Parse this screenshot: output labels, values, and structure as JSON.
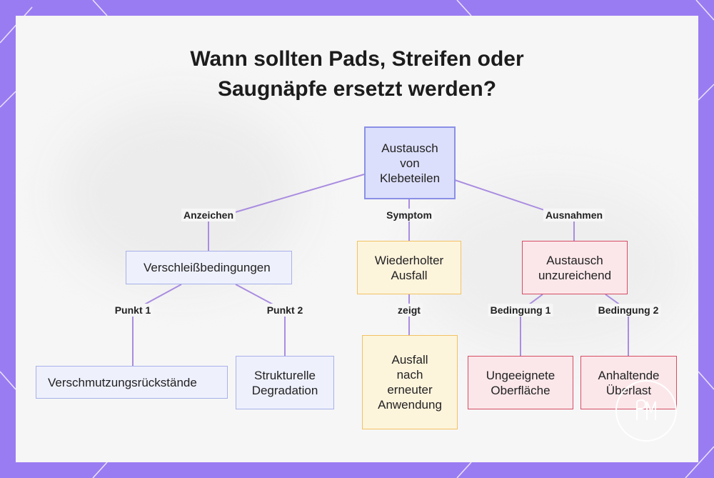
{
  "title": {
    "line1": "Wann sollten Pads, Streifen oder",
    "line2": "Saugnäpfe ersetzt werden?"
  },
  "nodes": {
    "root": "Austausch von Klebeteilen",
    "wear": "Verschleißbedingungen",
    "repeated_failure": "Wiederholter Ausfall",
    "replacement_insufficient": "Austausch unzureichend",
    "residue": "Verschmutzungsrückstände",
    "degradation": "Strukturelle Degradation",
    "failure_after": "Ausfall nach erneuter Anwendung",
    "unsuitable_surface": "Ungeeignete Oberfläche",
    "overload": "Anhaltende Überlast"
  },
  "edge_labels": {
    "signs": "Anzeichen",
    "symptom": "Symptom",
    "exceptions": "Ausnahmen",
    "point1": "Punkt 1",
    "point2": "Punkt 2",
    "shows": "zeigt",
    "condition1": "Bedingung 1",
    "condition2": "Bedingung 2"
  },
  "colors": {
    "frame": "#9a7cf2",
    "connector": "#a98ce0",
    "root_fill": "#dcdffb",
    "orange_border": "#f2c263",
    "red_border": "#d64c63"
  },
  "watermark": {
    "icon": "logo-monogram"
  }
}
